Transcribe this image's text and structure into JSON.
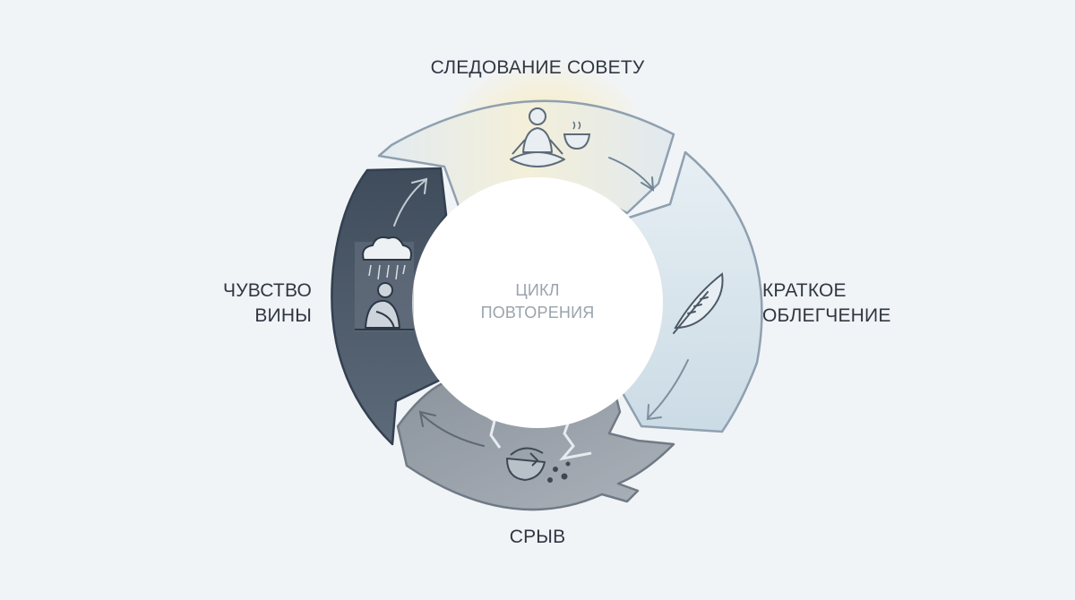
{
  "diagram": {
    "center": {
      "line1": "ЦИКЛ",
      "line2": "ПОВТОРЕНИЯ"
    },
    "stages": [
      {
        "id": "advice",
        "line1": "СЛЕДОВАНИЕ СОВЕТУ",
        "icon": "meditation-icon",
        "color": "#e6edf2"
      },
      {
        "id": "relief",
        "line1": "КРАТКОЕ",
        "line2": "ОБЛЕГЧЕНИЕ",
        "icon": "feather-icon",
        "color": "#dbe7ef"
      },
      {
        "id": "breakdown",
        "line1": "СРЫВ",
        "icon": "broken-bowl-icon",
        "color": "#9aa2ab"
      },
      {
        "id": "guilt",
        "line1": "ЧУВСТВО",
        "line2": "ВИНЫ",
        "icon": "rain-cloud-icon",
        "color": "#4f5d6d"
      }
    ]
  }
}
